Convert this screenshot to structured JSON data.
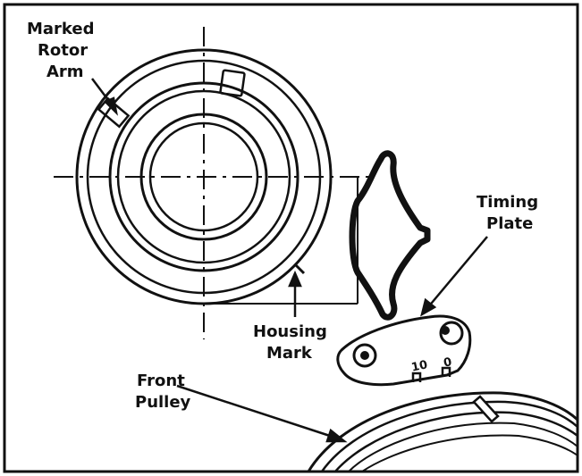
{
  "labels": {
    "marked_rotor_arm": [
      "Marked",
      "Rotor",
      "Arm"
    ],
    "timing_plate": [
      "Timing",
      "Plate"
    ],
    "housing_mark": [
      "Housing",
      "Mark"
    ],
    "front_pulley": [
      "Front",
      "Pulley"
    ]
  },
  "scale_marks": {
    "ten": "10",
    "zero": "0"
  }
}
